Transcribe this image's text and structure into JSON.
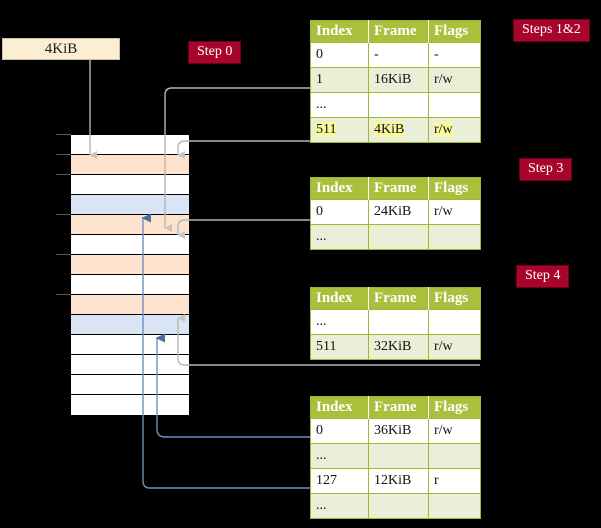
{
  "diagram": {
    "title_frame_box": {
      "label": "4KiB"
    },
    "step_badges": [
      {
        "id": "step0",
        "label": "Step 0"
      },
      {
        "id": "steps12",
        "label": "Steps 1&2"
      },
      {
        "id": "step3",
        "label": "Step 3"
      },
      {
        "id": "step4",
        "label": "Step 4"
      }
    ],
    "memory_grid": {
      "name": "physical-memory-grid",
      "rows": [
        {
          "index": 0,
          "fill": "white"
        },
        {
          "index": 1,
          "fill": "orange"
        },
        {
          "index": 2,
          "fill": "white"
        },
        {
          "index": 3,
          "fill": "blue"
        },
        {
          "index": 4,
          "fill": "orange"
        },
        {
          "index": 5,
          "fill": "white"
        },
        {
          "index": 6,
          "fill": "orange"
        },
        {
          "index": 7,
          "fill": "white"
        },
        {
          "index": 8,
          "fill": "orange"
        },
        {
          "index": 9,
          "fill": "blue"
        },
        {
          "index": 10,
          "fill": "white"
        },
        {
          "index": 11,
          "fill": "white"
        },
        {
          "index": 12,
          "fill": "white"
        },
        {
          "index": 13,
          "fill": "white"
        }
      ]
    },
    "columns": [
      "Index",
      "Frame",
      "Flags"
    ],
    "tables": [
      {
        "id": "page-table-1",
        "rows": [
          {
            "style": "plain",
            "cells": [
              "0",
              "-",
              "-"
            ],
            "highlight": false
          },
          {
            "style": "tint",
            "cells": [
              "1",
              "16KiB",
              "r/w"
            ],
            "highlight": false
          },
          {
            "style": "plain",
            "cells": [
              "...",
              "",
              ""
            ],
            "highlight": false
          },
          {
            "style": "tint",
            "cells": [
              "511",
              "4KiB",
              "r/w"
            ],
            "highlight": true
          }
        ]
      },
      {
        "id": "page-table-2",
        "rows": [
          {
            "style": "plain",
            "cells": [
              "0",
              "24KiB",
              "r/w"
            ],
            "highlight": false
          },
          {
            "style": "tint",
            "cells": [
              "...",
              "",
              ""
            ],
            "highlight": false
          }
        ]
      },
      {
        "id": "page-table-3",
        "rows": [
          {
            "style": "plain",
            "cells": [
              "...",
              "",
              ""
            ],
            "highlight": false
          },
          {
            "style": "tint",
            "cells": [
              "511",
              "32KiB",
              "r/w"
            ],
            "highlight": false
          }
        ]
      },
      {
        "id": "page-table-4",
        "rows": [
          {
            "style": "plain",
            "cells": [
              "0",
              "36KiB",
              "r/w"
            ],
            "highlight": false
          },
          {
            "style": "tint",
            "cells": [
              "...",
              "",
              ""
            ],
            "highlight": false
          },
          {
            "style": "plain",
            "cells": [
              "127",
              "12KiB",
              "r"
            ],
            "highlight": false
          },
          {
            "style": "tint",
            "cells": [
              "...",
              "",
              ""
            ],
            "highlight": false
          }
        ]
      }
    ],
    "colors": {
      "background": "#000000",
      "table_header": "#a8c03c",
      "table_tint": "#eaefd7",
      "table_border": "#9fb733",
      "badge": "#a8052c",
      "frame_box": "#fbeed3",
      "row_orange": "#fde3cd",
      "row_blue": "#d9e5f5",
      "wire_gray": "#b6b6b6",
      "wire_blue": "#6f8fc0",
      "highlight": "#fbf8a0"
    }
  }
}
